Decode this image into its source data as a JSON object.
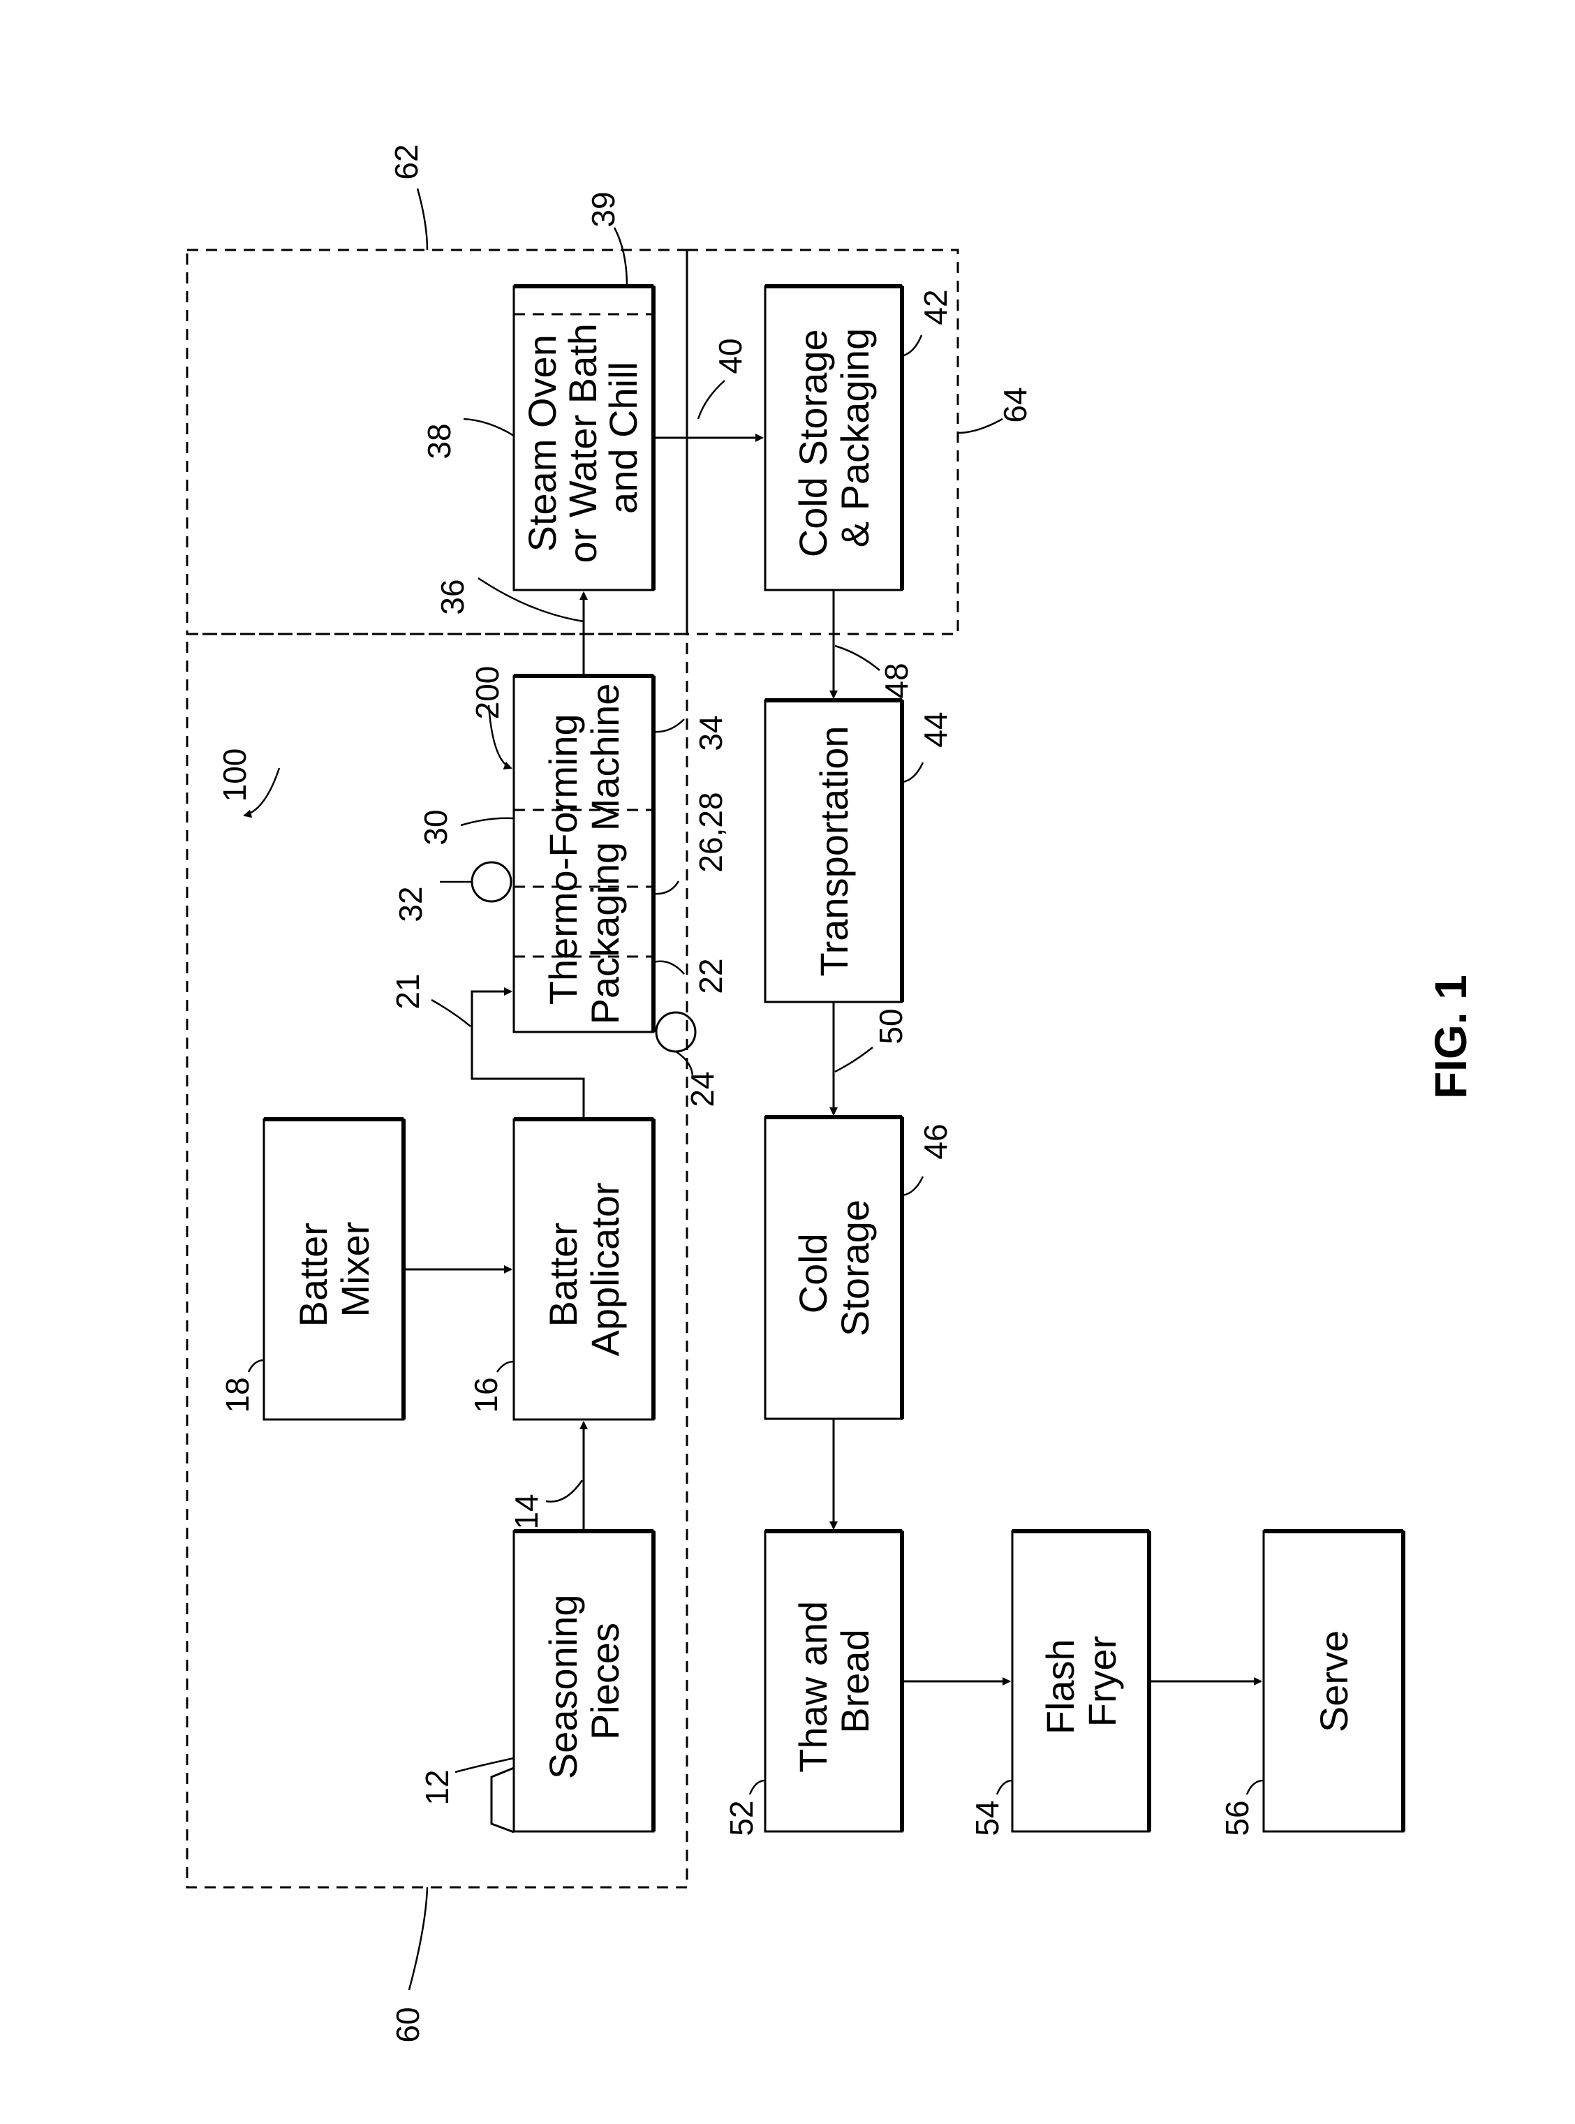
{
  "figure": {
    "caption": "FIG. 1"
  },
  "boxes": {
    "seasoning_pieces": {
      "line1": "Seasoning",
      "line2": "Pieces",
      "ref": "12"
    },
    "batter_applicator": {
      "line1": "Batter",
      "line2": "Applicator",
      "ref": "16"
    },
    "batter_mixer": {
      "line1": "Batter",
      "line2": "Mixer",
      "ref": "18"
    },
    "thermo_forming": {
      "line1": "Thermo-Forming",
      "line2": "Packaging Machine",
      "ref": "200"
    },
    "steam_oven": {
      "line1": "Steam Oven",
      "line2": "or Water Bath",
      "line3": "and Chill",
      "ref": "38"
    },
    "cold_storage_packaging": {
      "line1": "Cold Storage",
      "line2": "& Packaging",
      "ref": "42"
    },
    "transportation": {
      "line1": "Transportation",
      "ref": "44"
    },
    "cold_storage": {
      "line1": "Cold",
      "line2": "Storage",
      "ref": "46"
    },
    "thaw_and_bread": {
      "line1": "Thaw and",
      "line2": "Bread",
      "ref": "52"
    },
    "flash_fryer": {
      "line1": "Flash",
      "line2": "Fryer",
      "ref": "54"
    },
    "serve": {
      "line1": "Serve",
      "ref": "56"
    }
  },
  "refs": {
    "system": "100",
    "arrow_14": "14",
    "arrow_21": "21",
    "station_22": "22",
    "roll_24": "24",
    "station_26_28": "26,28",
    "station_30": "30",
    "roll_32": "32",
    "station_34": "34",
    "arrow_36": "36",
    "station_39": "39",
    "arrow_40": "40",
    "arrow_48": "48",
    "arrow_50": "50",
    "zone_60": "60",
    "zone_62": "62",
    "zone_64": "64"
  }
}
